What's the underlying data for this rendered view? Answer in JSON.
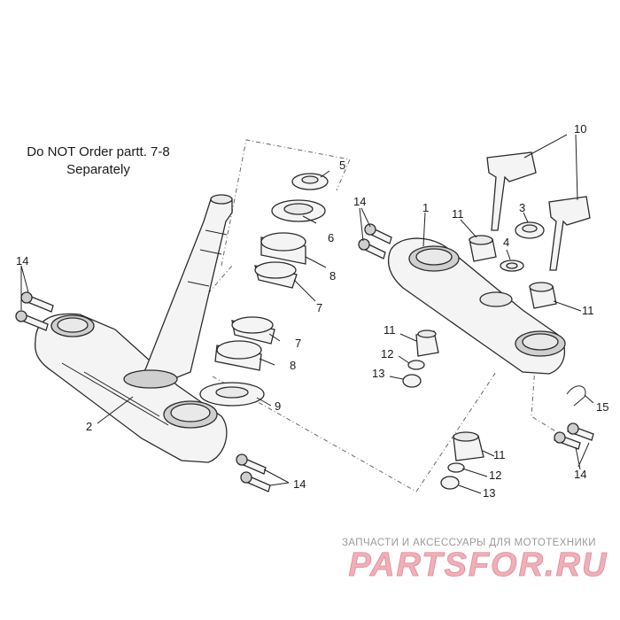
{
  "note": {
    "line1": "Do NOT Order partt. 7-8",
    "line2": "Separately"
  },
  "callouts": {
    "c1": "1",
    "c2": "2",
    "c3": "3",
    "c4": "4",
    "c5": "5",
    "c6": "6",
    "c7a": "7",
    "c7b": "7",
    "c8a": "8",
    "c8b": "8",
    "c9": "9",
    "c10": "10",
    "c11a": "11",
    "c11b": "11",
    "c11c": "11",
    "c11d": "11",
    "c12a": "12",
    "c12b": "12",
    "c13a": "13",
    "c13b": "13",
    "c14a": "14",
    "c14b": "14",
    "c14c": "14",
    "c14d": "14",
    "c15": "15"
  },
  "watermark": {
    "tagline": "ЗАПЧАСТИ И АКСЕССУАРЫ ДЛЯ МОТОТЕХНИКИ",
    "logo": "PARTSFOR.RU",
    "color": "#e8a0a8"
  }
}
